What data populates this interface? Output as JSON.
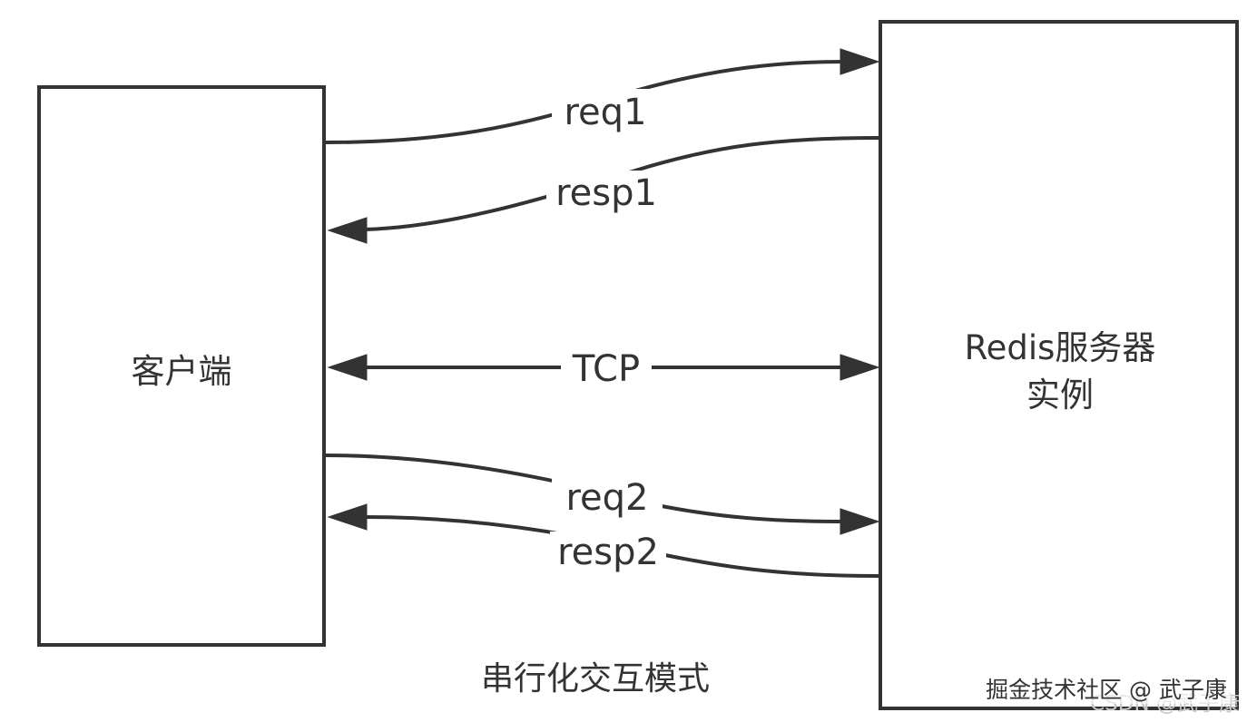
{
  "nodes": {
    "client": {
      "label": "客户端"
    },
    "server": {
      "label_line1": "Redis服务器",
      "label_line2": "实例"
    }
  },
  "edges": {
    "req1": "req1",
    "resp1": "resp1",
    "tcp": "TCP",
    "req2": "req2",
    "resp2": "resp2"
  },
  "caption": "串行化交互模式",
  "watermark": {
    "main": "掘金技术社区 @ 武子康",
    "faint": "CSDN @武子康"
  },
  "colors": {
    "stroke": "#333333",
    "background": "#ffffff"
  }
}
